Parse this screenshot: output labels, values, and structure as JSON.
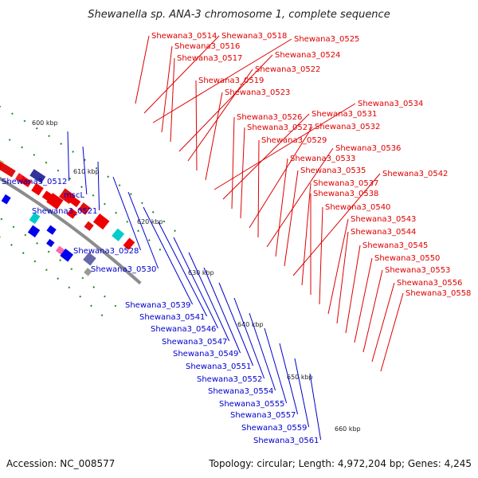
{
  "title": "Shewanella sp. ANA-3 chromosome 1, complete sequence",
  "footer": {
    "accession": "Accession: NC_008577",
    "topology": "Topology: circular; Length: 4,972,204 bp; Genes: 4,245"
  },
  "colors": {
    "forward_label": "#dd0000",
    "reverse_label": "#0000cc",
    "forward_gene": "#ee0000",
    "reverse_gene": "#0000ee",
    "backbone": "#8c8c8c",
    "tick": "#1a8a1a"
  },
  "scale": [
    "600 kbp",
    "610 kbp",
    "620 kbp",
    "630 kbp",
    "640 kbp",
    "650 kbp",
    "660 kbp"
  ],
  "forward_labels": [
    "Shewana3_0514",
    "Shewana3_0518",
    "Shewana3_0525",
    "Shewana3_0516",
    "Shewana3_0517",
    "Shewana3_0524",
    "Shewana3_0522",
    "Shewana3_0519",
    "Shewana3_0523",
    "Shewana3_0534",
    "Shewana3_0531",
    "Shewana3_0526",
    "Shewana3_0527",
    "Shewana3_0532",
    "Shewana3_0529",
    "Shewana3_0536",
    "Shewana3_0533",
    "Shewana3_0535",
    "Shewana3_0542",
    "Shewana3_0537",
    "Shewana3_0538",
    "Shewana3_0540",
    "Shewana3_0543",
    "Shewana3_0544",
    "Shewana3_0545",
    "Shewana3_0550",
    "Shewana3_0553",
    "Shewana3_0556",
    "Shewana3_0558"
  ],
  "reverse_labels": [
    "Shewana3_0512",
    "mscL",
    "Shewana3_0521",
    "Shewana3_0528",
    "Shewana3_0530",
    "Shewana3_0539",
    "Shewana3_0541",
    "Shewana3_0546",
    "Shewana3_0547",
    "Shewana3_0549",
    "Shewana3_0551",
    "Shewana3_0552",
    "Shewana3_0554",
    "Shewana3_0555",
    "Shewana3_0557",
    "Shewana3_0559",
    "Shewana3_0561"
  ]
}
